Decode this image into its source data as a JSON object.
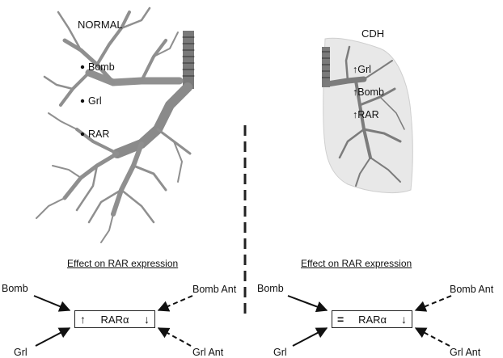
{
  "normal": {
    "title": "NORMAL",
    "markers": [
      "Bomb",
      "Grl",
      "RAR"
    ]
  },
  "cdh": {
    "title": "CDH",
    "markers": [
      "Grl",
      "Bomb",
      "RAR"
    ],
    "marker_arrow": "↑"
  },
  "left_panel": {
    "heading": "Effect on RAR expression",
    "input_top_left": "Bomb",
    "input_bottom_left": "Grl",
    "input_top_right": "Bomb Ant",
    "input_bottom_right": "Grl Ant",
    "box": {
      "left_symbol": "↑",
      "label": "RARα",
      "right_symbol": "↓"
    }
  },
  "right_panel": {
    "heading": "Effect on RAR expression",
    "input_top_left": "Bomb",
    "input_bottom_left": "Grl",
    "input_top_right": "Bomb Ant",
    "input_bottom_right": "Grl Ant",
    "box": {
      "left_symbol": "=",
      "label": "RARα",
      "right_symbol": "↓"
    }
  },
  "colors": {
    "airway": "#8a8a8a",
    "lung_fill": "#e6e6e6",
    "ink": "#111111"
  }
}
